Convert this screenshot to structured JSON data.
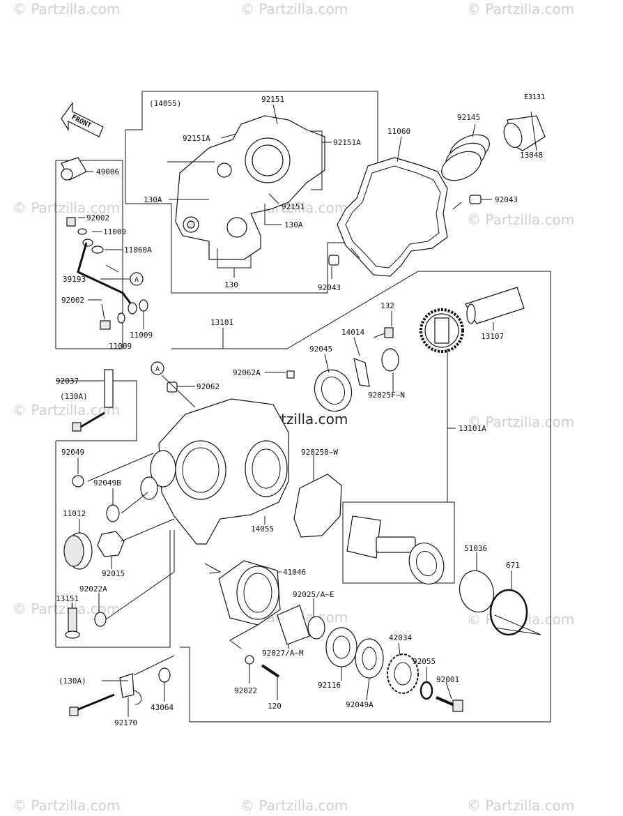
{
  "diagram_id": "E3131",
  "front_label": "FRONT",
  "callout_letter": "A",
  "watermarks": {
    "corner": "© Partzilla.com",
    "center": "© Partzilla.com"
  },
  "parts": {
    "p14055_paren": "(14055)",
    "p92151_top": "92151",
    "p92151A_left": "92151A",
    "p92151A_right": "92151A",
    "p130A_left": "130A",
    "p92151_mid": "92151",
    "p130A_right": "130A",
    "p130": "130",
    "p11060": "11060",
    "p92145": "92145",
    "p13048": "13048",
    "p92043_top": "92043",
    "p92043_bot": "92043",
    "p49006": "49006",
    "p92002_a": "92002",
    "p11009_a": "11009",
    "p11060A": "11060A",
    "p39193": "39193",
    "p92002_b": "92002",
    "p11009_b": "11009",
    "p11009_c": "11009",
    "p13101": "13101",
    "p132": "132",
    "p14014": "14014",
    "p13107": "13107",
    "p92045": "92045",
    "p92025FN": "92025F~N",
    "p92062A": "92062A",
    "p92062": "92062",
    "p92037": "92037",
    "p130A_paren_1": "(130A)",
    "p13101A": "13101A",
    "p92049": "92049",
    "p92049B": "92049B",
    "p92025OW": "920250~W",
    "p11012": "11012",
    "p14055": "14055",
    "p92015": "92015",
    "p51036": "51036",
    "p671": "671",
    "p92022A": "92022A",
    "p41046": "41046",
    "p13151": "13151",
    "p92025AE": "92025/A~E",
    "p42034": "42034",
    "p92027AM": "92027/A~M",
    "p92055": "92055",
    "p130A_paren_2": "(130A)",
    "p92001": "92001",
    "p92022": "92022",
    "p92116": "92116",
    "p43064": "43064",
    "p120": "120",
    "p92049A": "92049A",
    "p92170": "92170"
  }
}
